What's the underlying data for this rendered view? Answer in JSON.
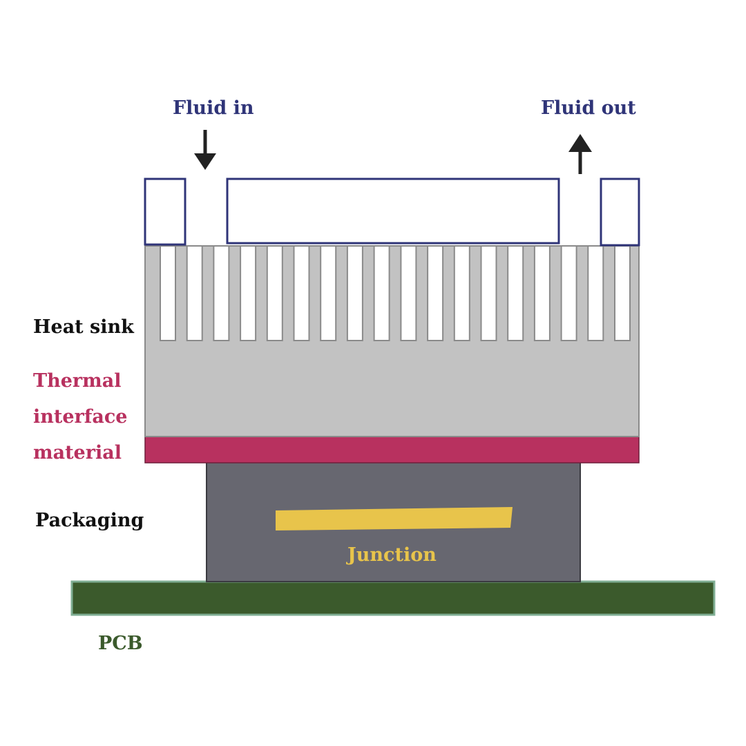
{
  "labels": {
    "fluid_in": "Fluid in",
    "fluid_out": "Fluid out",
    "heat_sink": "Heat sink",
    "thermal_interface_material": "Thermal interface material",
    "packaging": "Packaging",
    "junction": "Junction",
    "pcb": "PCB"
  },
  "colors": {
    "flow_label": "#2f3478",
    "heat_sink_fill": "#c2c2c2",
    "heat_sink_stroke": "#8a8a8a",
    "manifold_stroke": "#2f3478",
    "tim_fill": "#b8315f",
    "tim_label": "#b8315f",
    "packaging_fill": "#676770",
    "junction_fill": "#e8c44b",
    "junction_label": "#e8c44b",
    "pcb_fill": "#3b5a2c",
    "pcb_stroke": "#7fae93",
    "pcb_label": "#3b5a2c",
    "arrow": "#222222",
    "text_dark": "#111111"
  },
  "icons": {
    "fluid_in_arrow": "arrow-down-icon",
    "fluid_out_arrow": "arrow-up-icon"
  },
  "heat_sink": {
    "channel_count": 18
  }
}
